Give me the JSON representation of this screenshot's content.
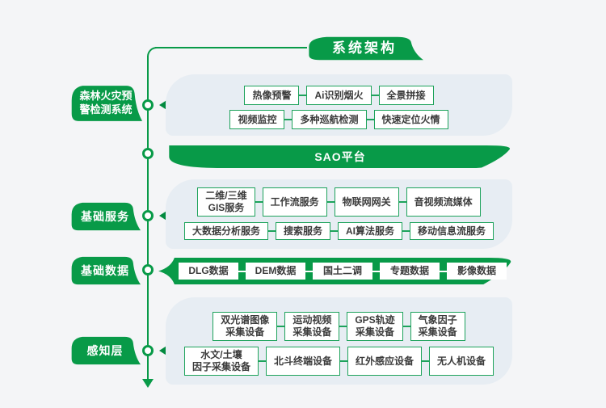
{
  "title": {
    "text": "系统架构"
  },
  "colors": {
    "green": "#089a48",
    "green_dark": "#028a3f",
    "panel_bg": "#e7edf3",
    "page_bg": "#f4f5f7",
    "box_border": "#1ea35c",
    "text_dark": "#3b3b3b"
  },
  "sections": {
    "fire": {
      "label": "森林火灾预\n警检测系统",
      "rows": [
        [
          "热像预警",
          "Ai识别烟火",
          "全景拼接"
        ],
        [
          "视频监控",
          "多种巡航检测",
          "快速定位火情"
        ]
      ]
    },
    "platform": {
      "label": "SAO平台"
    },
    "services": {
      "label": "基础服务",
      "rows": [
        [
          "二维/三维\nGIS服务",
          "工作流服务",
          "物联网网关",
          "音视频流媒体"
        ],
        [
          "大数据分析服务",
          "搜索服务",
          "AI算法服务",
          "移动信息流服务"
        ]
      ]
    },
    "base_data": {
      "label": "基础数据",
      "items": [
        "DLG数据",
        "DEM数据",
        "国土二调",
        "专题数据",
        "影像数据"
      ]
    },
    "perception": {
      "label": "感知层",
      "rows": [
        [
          "双光谱图像\n采集设备",
          "运动视频\n采集设备",
          "GPS轨迹\n采集设备",
          "气象因子\n采集设备"
        ],
        [
          "水文/土壤\n因子采集设备",
          "北斗终端设备",
          "红外感应设备",
          "无人机设备"
        ]
      ]
    }
  }
}
